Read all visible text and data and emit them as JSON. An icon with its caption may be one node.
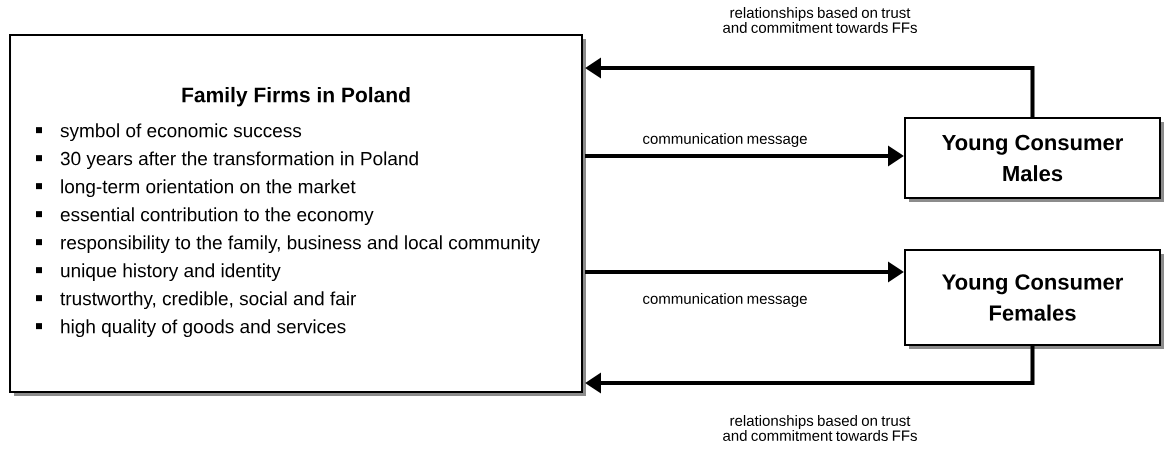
{
  "diagram": {
    "nodes": [
      {
        "text": [
          "Family Firms in Poland",
          "symbol of economic success",
          "30 years after the transformation in Poland",
          "long-term orientation on the market",
          "essential contribution to the economy",
          "responsibility to the family, business and local community",
          "unique history and identity",
          "trustworthy, credible, social and fair",
          "high quality of goods and services"
        ]
      },
      {
        "text": [
          "Young Consumer Males"
        ]
      },
      {
        "text": [
          "Young Consumer Females"
        ]
      }
    ],
    "edges": [
      {
        "from": 1,
        "to": 0,
        "arrow": "to",
        "label": "relationships based on trust and commitment towards FFs"
      },
      {
        "from": 0,
        "to": 1,
        "arrow": "to",
        "label": "communication message"
      },
      {
        "from": 0,
        "to": 2,
        "arrow": "to",
        "label": "communication message"
      },
      {
        "from": 2,
        "to": 0,
        "arrow": "to",
        "label": "relationships based on trust and commitment towards FFs"
      }
    ]
  }
}
